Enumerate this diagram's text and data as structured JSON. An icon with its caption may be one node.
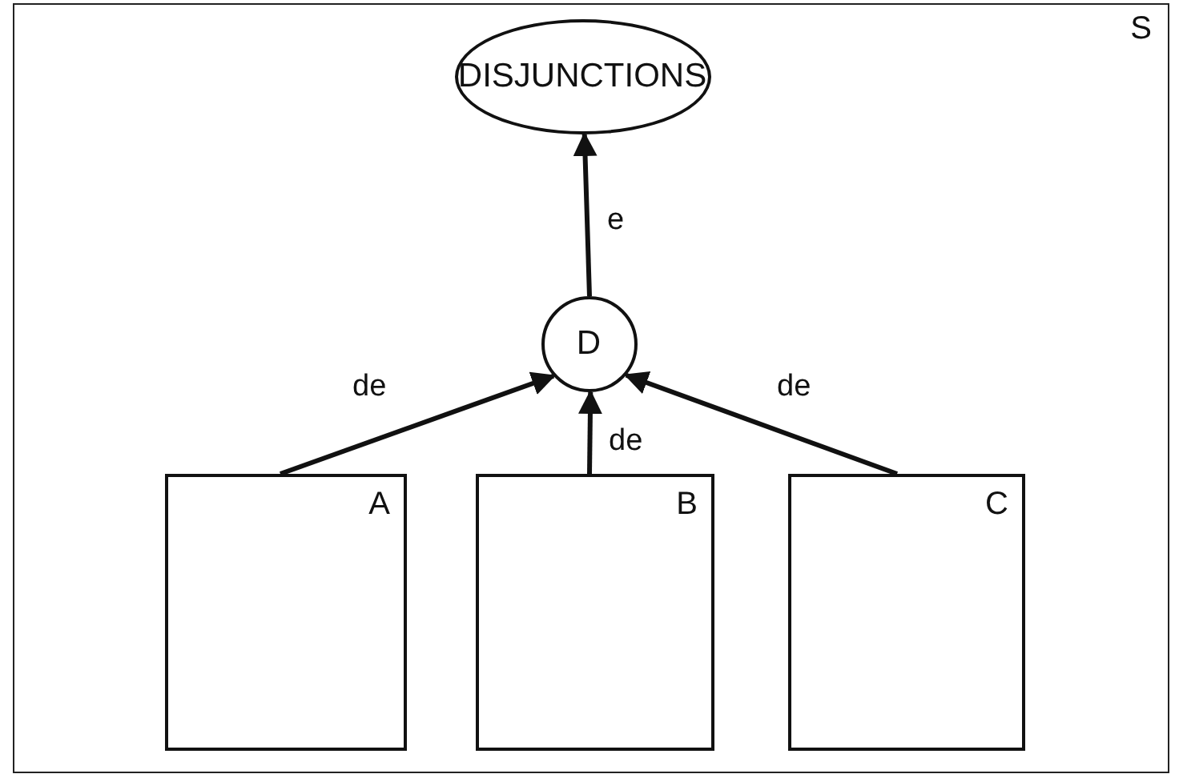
{
  "diagram": {
    "nodes": [
      {
        "text": [
          "S"
        ]
      },
      {
        "text": [
          "DISJUNCTIONS"
        ],
        "in": 0
      },
      {
        "text": [
          "D"
        ],
        "in": 0
      },
      {
        "text": [
          "A"
        ],
        "in": 0
      },
      {
        "text": [
          "B"
        ],
        "in": 0
      },
      {
        "text": [
          "C"
        ],
        "in": 0
      }
    ],
    "edges": [
      {
        "from": 2,
        "to": 1,
        "arrow": "to",
        "label": "e"
      },
      {
        "from": 3,
        "to": 2,
        "arrow": "to",
        "label": "de"
      },
      {
        "from": 4,
        "to": 2,
        "arrow": "to",
        "label": "de"
      },
      {
        "from": 5,
        "to": 2,
        "arrow": "to",
        "label": "de"
      }
    ]
  }
}
